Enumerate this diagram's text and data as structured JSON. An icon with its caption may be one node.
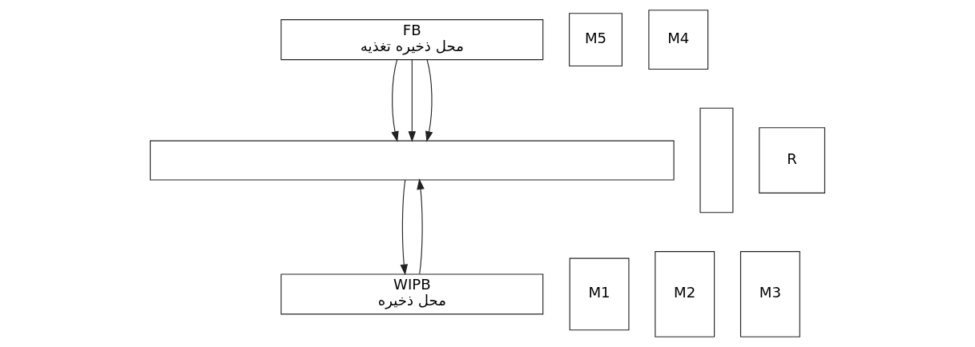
{
  "diagram": {
    "nodes": [
      {
        "text": [
          "FB",
          "محل ذخیره تغذیه"
        ]
      },
      {
        "text": [
          "M5"
        ]
      },
      {
        "text": [
          "M4"
        ]
      },
      {
        "text": [],
        "shape": "box"
      },
      {
        "text": [],
        "shape": "bar"
      },
      {
        "text": [
          "R"
        ]
      },
      {
        "text": [
          "WIPB",
          "محل ذخیره"
        ]
      },
      {
        "text": [
          "M1"
        ]
      },
      {
        "text": [
          "M2"
        ]
      },
      {
        "text": [
          "M3"
        ]
      }
    ],
    "edges": [
      {
        "from": 0,
        "to": 4,
        "arrow": "to"
      },
      {
        "from": 0,
        "to": 4,
        "arrow": "to"
      },
      {
        "from": 0,
        "to": 4,
        "arrow": "to"
      },
      {
        "from": 6,
        "to": 4,
        "arrow": "to"
      },
      {
        "from": 4,
        "to": 6,
        "arrow": "to"
      }
    ]
  }
}
